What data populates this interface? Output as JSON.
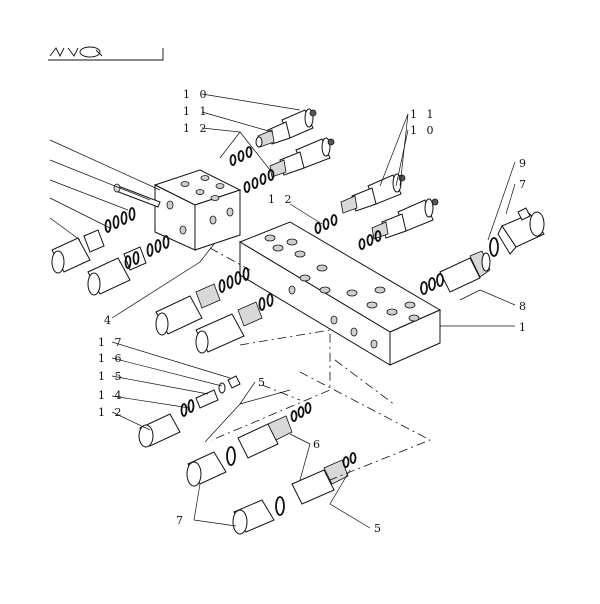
{
  "callouts": [
    {
      "label": "1 0"
    },
    {
      "label": "1 1"
    },
    {
      "label": "1 2"
    },
    {
      "label": "1 1"
    },
    {
      "label": "1 0"
    },
    {
      "label": "1 2"
    },
    {
      "label": "9"
    },
    {
      "label": "7"
    },
    {
      "label": "8"
    },
    {
      "label": "1"
    },
    {
      "label": "4"
    },
    {
      "label": "1 7"
    },
    {
      "label": "1 6"
    },
    {
      "label": "1 5"
    },
    {
      "label": "1 4"
    },
    {
      "label": "1 2"
    },
    {
      "label": "5"
    },
    {
      "label": "6"
    },
    {
      "label": "7"
    },
    {
      "label": "5"
    }
  ]
}
